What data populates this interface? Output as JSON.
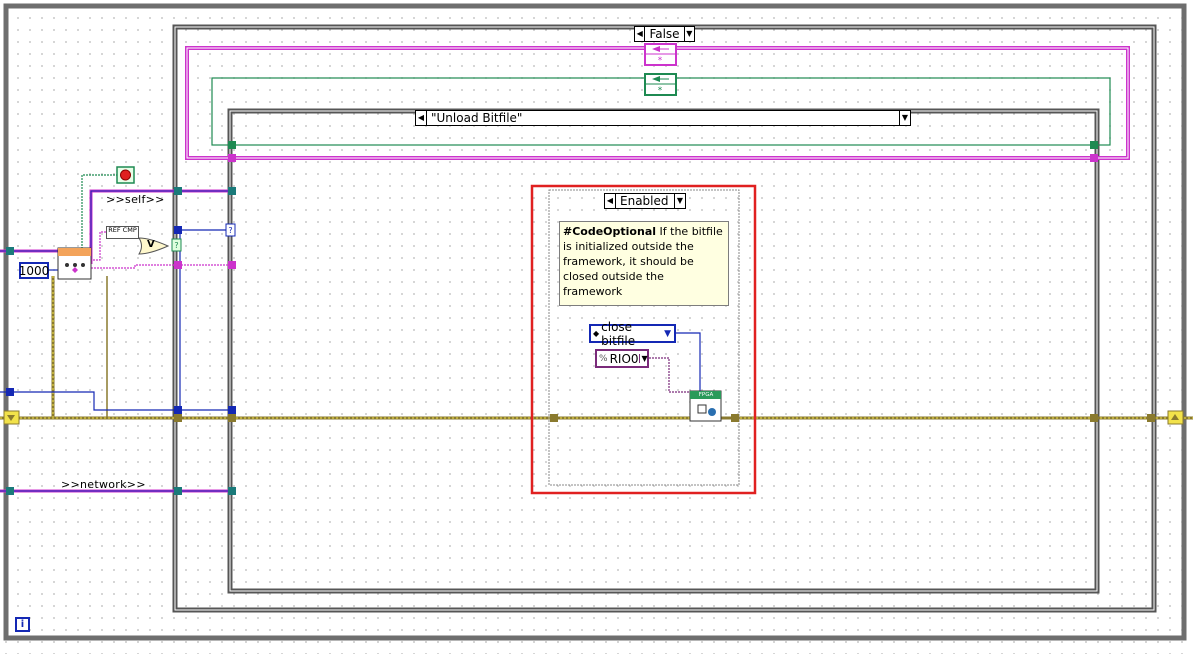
{
  "outer_case": {
    "selector": "False"
  },
  "inner_case": {
    "selector": "\"Unload Bitfile\""
  },
  "disable_structure": {
    "selector": "Enabled"
  },
  "comment": {
    "tag": "#CodeOptional",
    "text": " If the bitfile is initialized outside the framework, it should be closed outside the framework"
  },
  "constants": {
    "timeout": "1000",
    "method": "close bitfile",
    "resource": "RIO0"
  },
  "wire_labels": {
    "self": ">>self>>",
    "network": ">>network>>"
  },
  "nodes": {
    "ref_cmp": "REF CMP",
    "or_gate": "V",
    "fpga": "FPGA",
    "info": "i"
  },
  "colors": {
    "frame": "#6e6e6e",
    "pink_wire": "#cc33cc",
    "green_wire": "#1e8a52",
    "blue_wire": "#1428b4",
    "cluster_wire": "#8a7a2e",
    "highlight": "#e02020"
  }
}
